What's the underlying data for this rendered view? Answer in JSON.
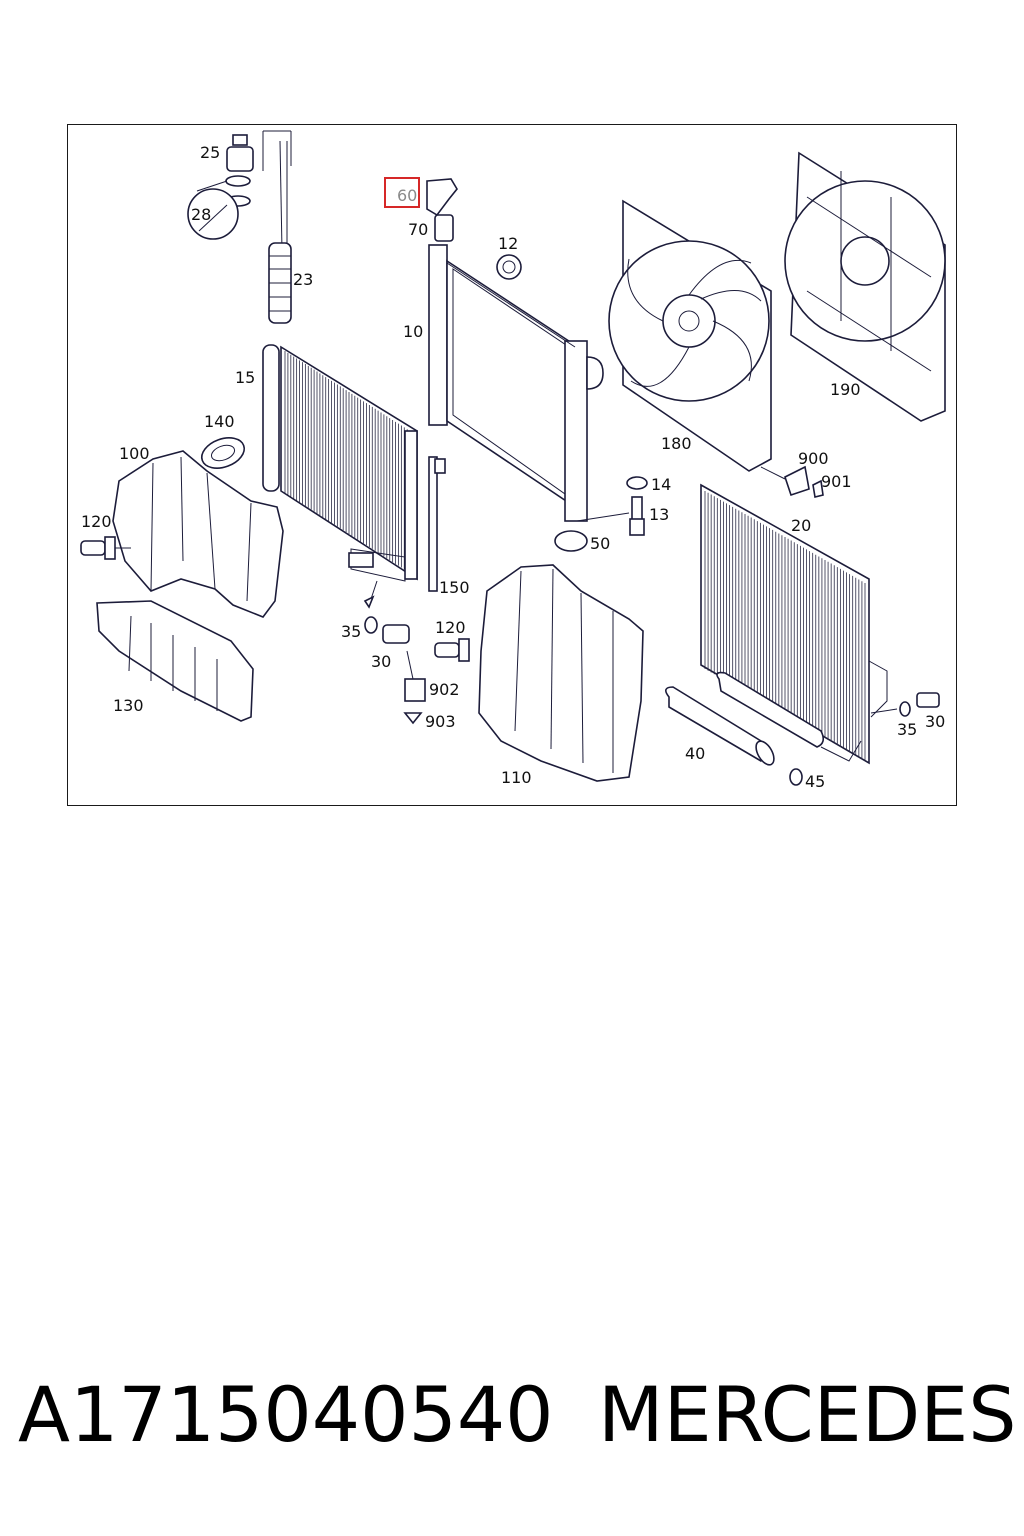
{
  "diagram": {
    "highlight_color": "#d62828",
    "highlighted_label": "60",
    "labels": [
      "25",
      "28",
      "23",
      "60",
      "70",
      "12",
      "10",
      "15",
      "140",
      "100",
      "120",
      "130",
      "35",
      "30",
      "902",
      "903",
      "150",
      "14",
      "13",
      "50",
      "180",
      "190",
      "900",
      "901",
      "20",
      "40",
      "45",
      "110"
    ]
  },
  "footer": {
    "part_number": "A1715040540",
    "brand": "MERCEDES"
  }
}
